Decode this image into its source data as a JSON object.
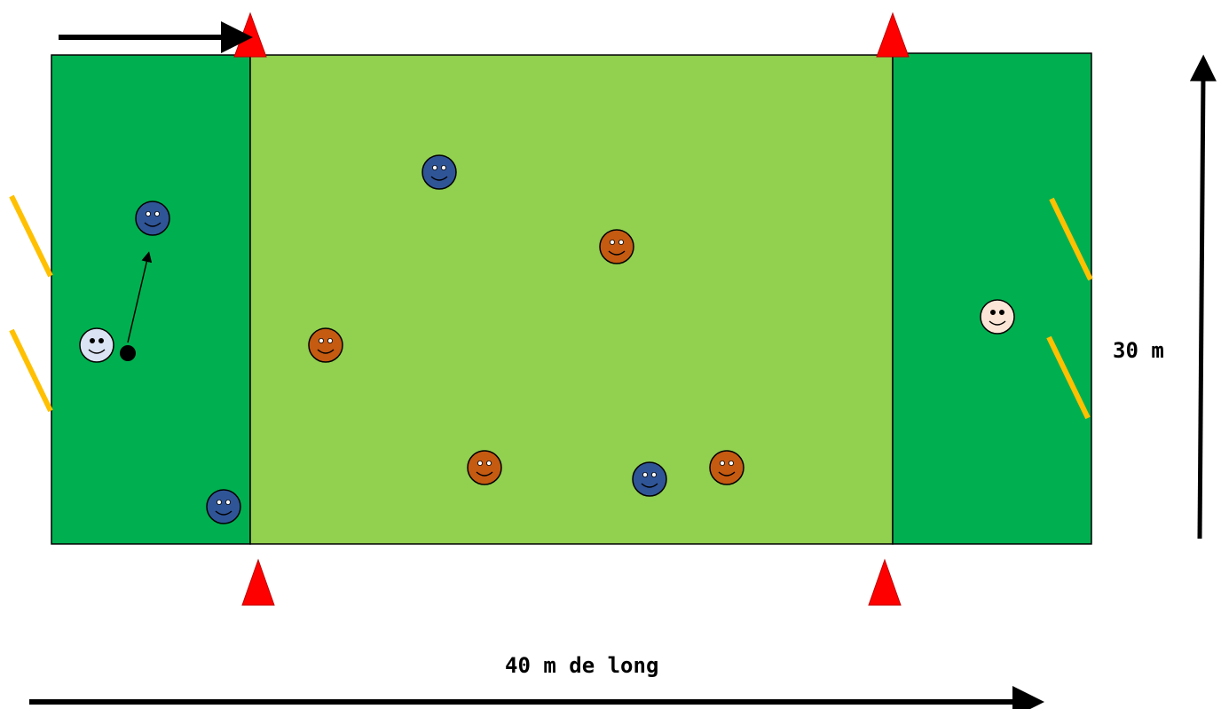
{
  "labels": {
    "height": "30 m",
    "length": "40 m de long"
  },
  "colors": {
    "outer_zone": "#00b050",
    "middle_zone": "#92d050",
    "cone": "#ff0000",
    "goal_post": "#ffc000",
    "team_blue": "#2f5597",
    "team_orange": "#c55a11",
    "keeper_left": "#dae3f3",
    "keeper_right": "#fbe5d6",
    "ball": "#000000",
    "arrow": "#000000"
  },
  "players": [
    {
      "team": "blue",
      "zone": "left"
    },
    {
      "team": "blue",
      "zone": "left"
    },
    {
      "team": "blue",
      "zone": "middle"
    },
    {
      "team": "blue",
      "zone": "middle"
    },
    {
      "team": "orange",
      "zone": "middle"
    },
    {
      "team": "orange",
      "zone": "middle"
    },
    {
      "team": "orange",
      "zone": "middle"
    },
    {
      "team": "orange",
      "zone": "middle"
    },
    {
      "team": "keeper",
      "zone": "left"
    },
    {
      "team": "keeper",
      "zone": "right"
    }
  ],
  "icons": [
    "cone-icon",
    "goal-post-icon",
    "smiley-icon",
    "ball-icon",
    "arrow-icon"
  ]
}
